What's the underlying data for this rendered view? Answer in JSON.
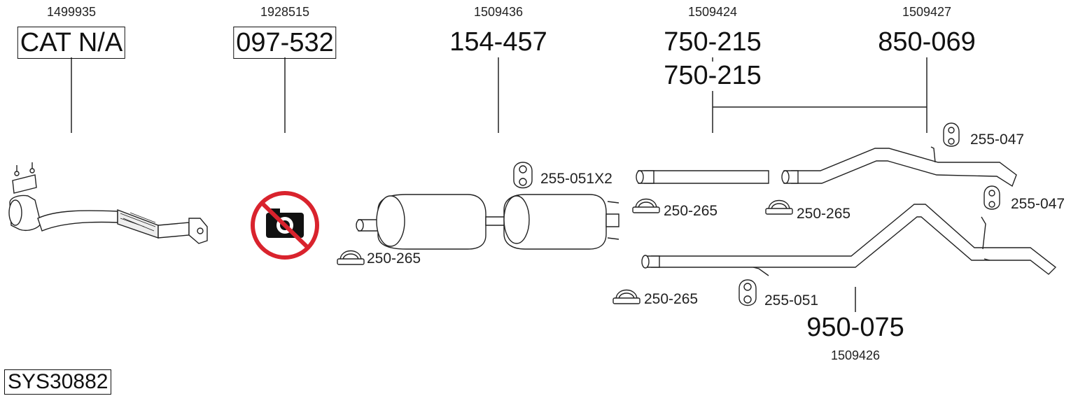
{
  "diagram": {
    "system_code": "SYS30882",
    "parts": [
      {
        "oem": "1499935",
        "number": "CAT N/A",
        "boxed": true
      },
      {
        "oem": "1928515",
        "number": "097-532",
        "boxed": true
      },
      {
        "oem": "1509436",
        "number": "154-457",
        "boxed": false
      },
      {
        "oem": "1509424",
        "number": "750-215",
        "number_2": "750-215",
        "boxed": false
      },
      {
        "oem": "1509427",
        "number": "850-069",
        "boxed": false
      },
      {
        "oem": "1509426",
        "number": "950-075",
        "boxed": false
      }
    ],
    "accessories": [
      {
        "label": "255-051X2",
        "type": "rubber-hanger"
      },
      {
        "label": "250-265",
        "type": "clamp"
      },
      {
        "label": "250-265",
        "type": "clamp"
      },
      {
        "label": "250-265",
        "type": "clamp"
      },
      {
        "label": "250-265",
        "type": "clamp"
      },
      {
        "label": "255-047",
        "type": "rubber-hanger"
      },
      {
        "label": "255-047",
        "type": "rubber-hanger"
      },
      {
        "label": "255-051",
        "type": "rubber-hanger"
      }
    ],
    "colors": {
      "line": "#222222",
      "no_photo_red": "#d9232d",
      "part_fill": "#ffffff"
    }
  }
}
